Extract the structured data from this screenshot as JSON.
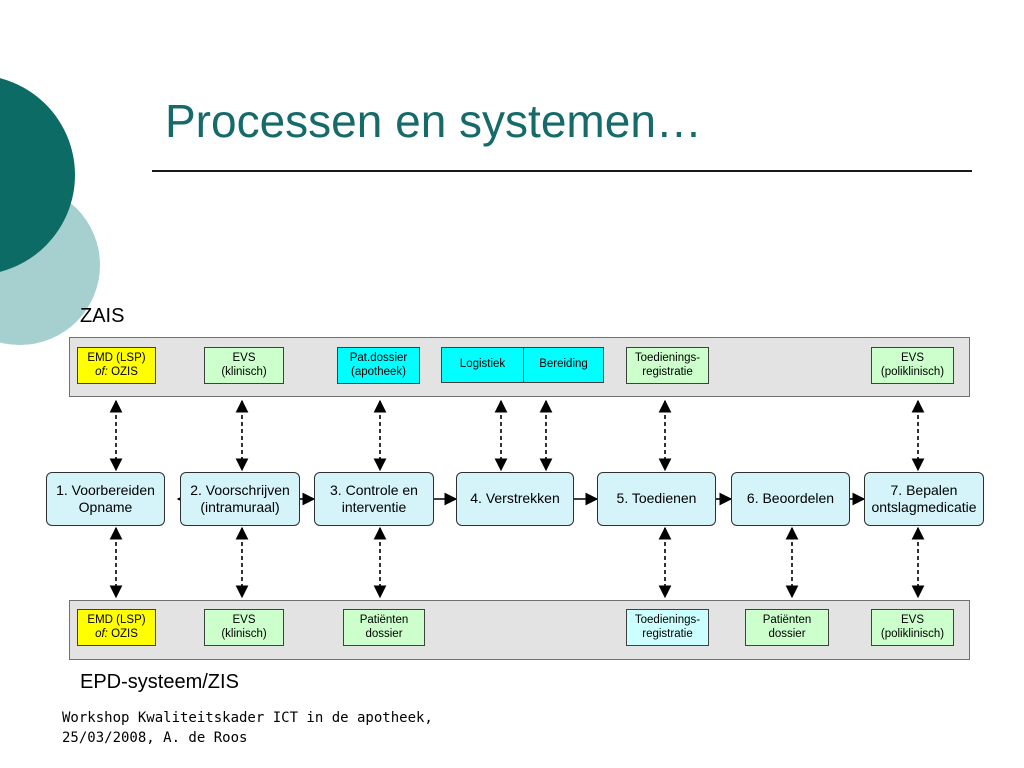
{
  "title": "Processen en systemen…",
  "zais": {
    "label": "ZAIS",
    "systems": [
      {
        "line1": "EMD (LSP)",
        "line2_em": "of:",
        "line2": " OZIS",
        "color": "#ffff00"
      },
      {
        "line1": "EVS",
        "line2": "(klinisch)",
        "color": "#ccffcc"
      },
      {
        "line1": "Pat.dossier",
        "line2": "(apotheek)",
        "color": "#00ffff"
      },
      {
        "line1": "Logistiek",
        "color": "#00ffff"
      },
      {
        "line1": "Bereiding",
        "color": "#00ffff"
      },
      {
        "line1": "Toedienings-",
        "line2": "registratie",
        "color": "#ccffcc"
      },
      {
        "line1": "EVS",
        "line2": "(poliklinisch)",
        "color": "#ccffcc"
      }
    ]
  },
  "processes": [
    {
      "line1": "1. Voorbereiden",
      "line2": "Opname"
    },
    {
      "line1": "2. Voorschrijven",
      "line2": "(intramuraal)"
    },
    {
      "line1": "3. Controle en",
      "line2": "interventie"
    },
    {
      "line1": "4. Verstrekken"
    },
    {
      "line1": "5. Toedienen"
    },
    {
      "line1": "6. Beoordelen"
    },
    {
      "line1": "7. Bepalen",
      "line2": "ontslagmedicatie"
    }
  ],
  "epd": {
    "label": "EPD-systeem/ZIS",
    "systems": [
      {
        "line1": "EMD (LSP)",
        "line2_em": "of:",
        "line2": " OZIS",
        "color": "#ffff00"
      },
      {
        "line1": "EVS",
        "line2": "(klinisch)",
        "color": "#ccffcc"
      },
      {
        "line1": "Patiënten",
        "line2": "dossier",
        "color": "#ccffcc"
      },
      {
        "line1": "Toedienings-",
        "line2": "registratie",
        "color": "#ccffff"
      },
      {
        "line1": "Patiënten",
        "line2": "dossier",
        "color": "#ccffcc"
      },
      {
        "line1": "EVS",
        "line2": "(poliklinisch)",
        "color": "#ccffcc"
      }
    ]
  },
  "footer": {
    "line1": "Workshop Kwaliteitskader ICT in de apotheek,",
    "line2": "25/03/2008, A. de Roos"
  }
}
